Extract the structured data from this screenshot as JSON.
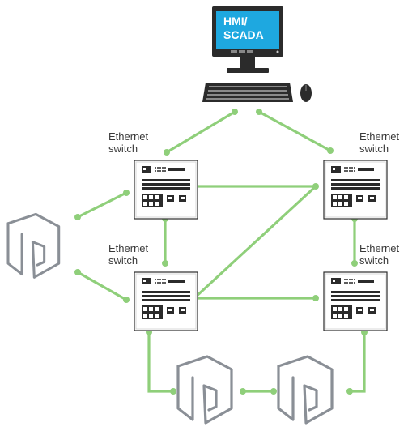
{
  "computer": {
    "screen_line1": "HMI/",
    "screen_line2": "SCADA"
  },
  "switches": [
    {
      "id": "top-left",
      "label_line1": "Ethernet",
      "label_line2": "switch"
    },
    {
      "id": "top-right",
      "label_line1": "Ethernet",
      "label_line2": "switch"
    },
    {
      "id": "bottom-left",
      "label_line1": "Ethernet",
      "label_line2": "switch"
    },
    {
      "id": "bottom-right",
      "label_line1": "Ethernet",
      "label_line2": "switch"
    }
  ],
  "colors": {
    "link": "#8fcf7a",
    "device_gray": "#8a8f96",
    "screen_blue": "#1ea8e0",
    "switch_dark": "#2b2b2b"
  },
  "icons": [
    "desktop-monitor-icon",
    "keyboard-icon",
    "mouse-icon",
    "ethernet-switch-icon",
    "field-device-icon"
  ]
}
